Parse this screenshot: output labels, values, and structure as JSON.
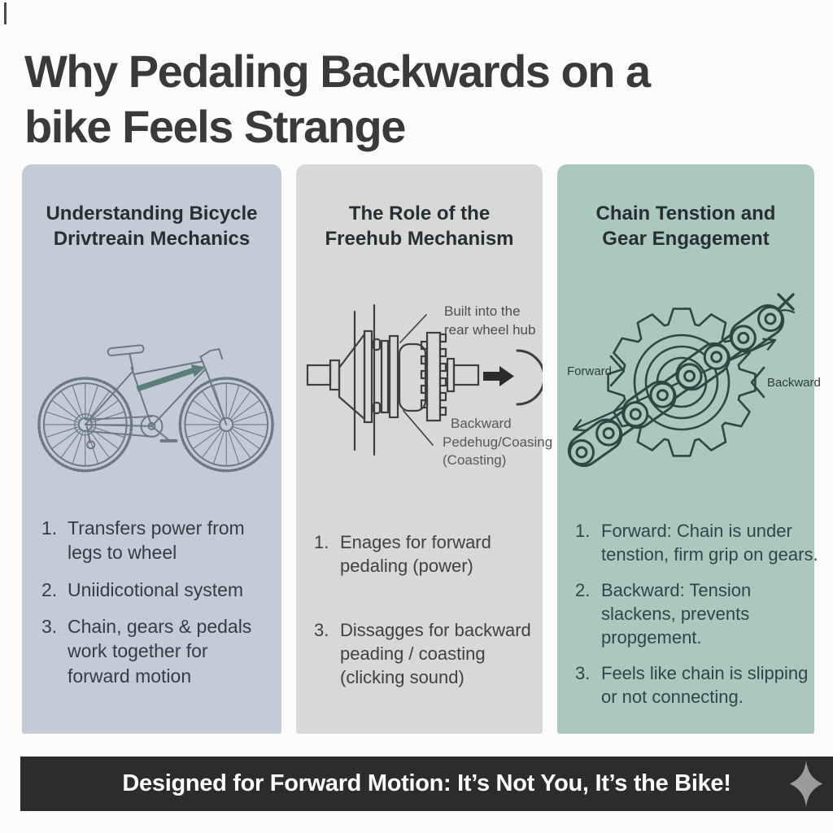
{
  "page": {
    "title_lines": [
      "Why Pedaling Backwards on a",
      "bike Feels Strange"
    ]
  },
  "panels": [
    {
      "id": "drivetrain-mechanics",
      "heading_lines": [
        "Understanding Bicycle",
        "Drivtreain Mechanics"
      ],
      "illustration": "bicycle-side-view-with-forward-arrow",
      "items": [
        {
          "num": "1.",
          "text": "Transfers power from legs to wheel"
        },
        {
          "num": "2.",
          "text": "Uniidicotional system"
        },
        {
          "num": "3.",
          "text": "Chain, gears & pedals work together for forward motion"
        }
      ]
    },
    {
      "id": "freehub-mechanism",
      "heading_lines": [
        "The Role of the",
        "Freehub Mechanism"
      ],
      "illustration": "rear-hub-cutaway-with-rotation-arrow",
      "labels": {
        "top_lines": [
          "Built into the",
          "rear wheel hub"
        ],
        "bottom_lines": [
          "Backward",
          "Pedehug/Coasing",
          "(Coasting)"
        ]
      },
      "items": [
        {
          "num": "1.",
          "text": "Enages for forward pedaling (power)"
        },
        {
          "num": "3.",
          "text": "Dissagges for backward peading / coasting (clicking sound)"
        }
      ]
    },
    {
      "id": "chain-tension",
      "heading_lines": [
        "Chain Tenstion and",
        "Gear Engagement"
      ],
      "illustration": "chain-over-gear-with-direction-arrows",
      "labels": {
        "forward": "Forward",
        "backward": "Backward"
      },
      "items": [
        {
          "num": "1.",
          "text": "Forward: Chain is under tenstion, firm grip on gears."
        },
        {
          "num": "2.",
          "text": "Backward: Tension slackens, prevents propgement."
        },
        {
          "num": "3.",
          "text": "Feels like chain is slipping or not connecting."
        }
      ]
    }
  ],
  "footer": {
    "text": "Designed for Forward Motion: It’s Not You, It’s the Bike!",
    "icon": "four-point-star"
  },
  "colors": {
    "title_text": "#3a3a3a",
    "panel_drivetrain_bg": "#c3ccd6",
    "panel_freehub_bg": "#d8d8d6",
    "panel_chain_bg": "#abc8be",
    "accent_arrow": "#5b7e79",
    "footer_bg": "#2d2b2b",
    "footer_star": "#9b9b9b"
  }
}
